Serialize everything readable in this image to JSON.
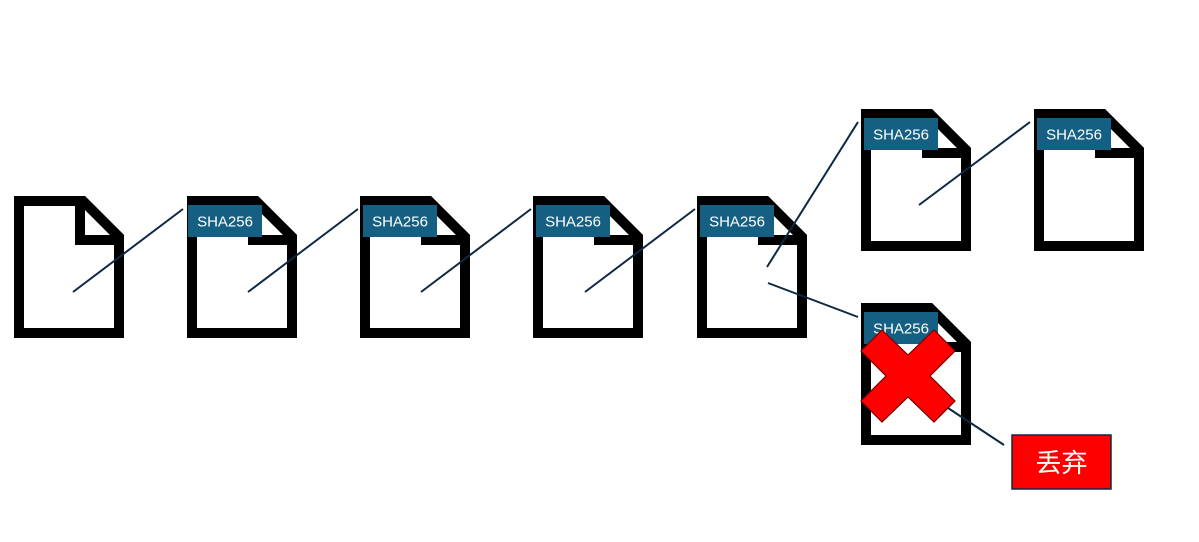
{
  "colors": {
    "document_outline": "#000000",
    "hash_label_fill": "#156082",
    "hash_label_text": "#ffffff",
    "connector": "#0e2841",
    "discard_fill": "#ff0000",
    "discard_text": "#ffffff",
    "reject_cross": "#ff0000"
  },
  "diagram": {
    "genesis": {
      "icon": "document-icon"
    },
    "chain": [
      {
        "hash_label": "SHA256",
        "icon": "document-icon"
      },
      {
        "hash_label": "SHA256",
        "icon": "document-icon"
      },
      {
        "hash_label": "SHA256",
        "icon": "document-icon"
      },
      {
        "hash_label": "SHA256",
        "icon": "document-icon"
      }
    ],
    "fork_main": [
      {
        "hash_label": "SHA256",
        "icon": "document-icon"
      },
      {
        "hash_label": "SHA256",
        "icon": "document-icon"
      }
    ],
    "fork_rejected": {
      "hash_label": "SHA256",
      "icon": "document-icon",
      "marker": "cross-icon",
      "status_label": "丢弃"
    }
  }
}
